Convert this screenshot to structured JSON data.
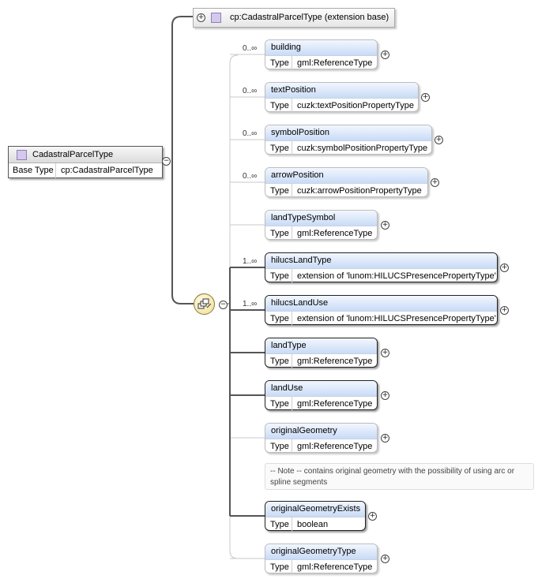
{
  "root": {
    "name": "CadastralParcelType",
    "base_type_key": "Base Type",
    "base_type_value": "cp:CadastralParcelType"
  },
  "extension": {
    "label": "cp:CadastralParcelType (extension base)"
  },
  "type_key": "Type",
  "elements": [
    {
      "name": "building",
      "type": "gml:ReferenceType",
      "card": "0..∞"
    },
    {
      "name": "textPosition",
      "type": "cuzk:textPositionPropertyType",
      "card": "0..∞"
    },
    {
      "name": "symbolPosition",
      "type": "cuzk:symbolPositionPropertyType",
      "card": "0..∞"
    },
    {
      "name": "arrowPosition",
      "type": "cuzk:arrowPositionPropertyType",
      "card": "0..∞"
    },
    {
      "name": "landTypeSymbol",
      "type": "gml:ReferenceType",
      "card": ""
    },
    {
      "name": "hilucsLandType",
      "type": "extension of 'lunom:HILUCSPresencePropertyType'",
      "card": "1..∞"
    },
    {
      "name": "hilucsLandUse",
      "type": "extension of 'lunom:HILUCSPresencePropertyType'",
      "card": "1..∞"
    },
    {
      "name": "landType",
      "type": "gml:ReferenceType",
      "card": ""
    },
    {
      "name": "landUse",
      "type": "gml:ReferenceType",
      "card": ""
    },
    {
      "name": "originalGeometry",
      "type": "gml:ReferenceType",
      "card": ""
    },
    {
      "name": "originalGeometryExists",
      "type": "boolean",
      "card": ""
    },
    {
      "name": "originalGeometryType",
      "type": "gml:ReferenceType",
      "card": ""
    }
  ],
  "note": "-- Note -- contains original geometry with the possibility of using arc or spline segments"
}
